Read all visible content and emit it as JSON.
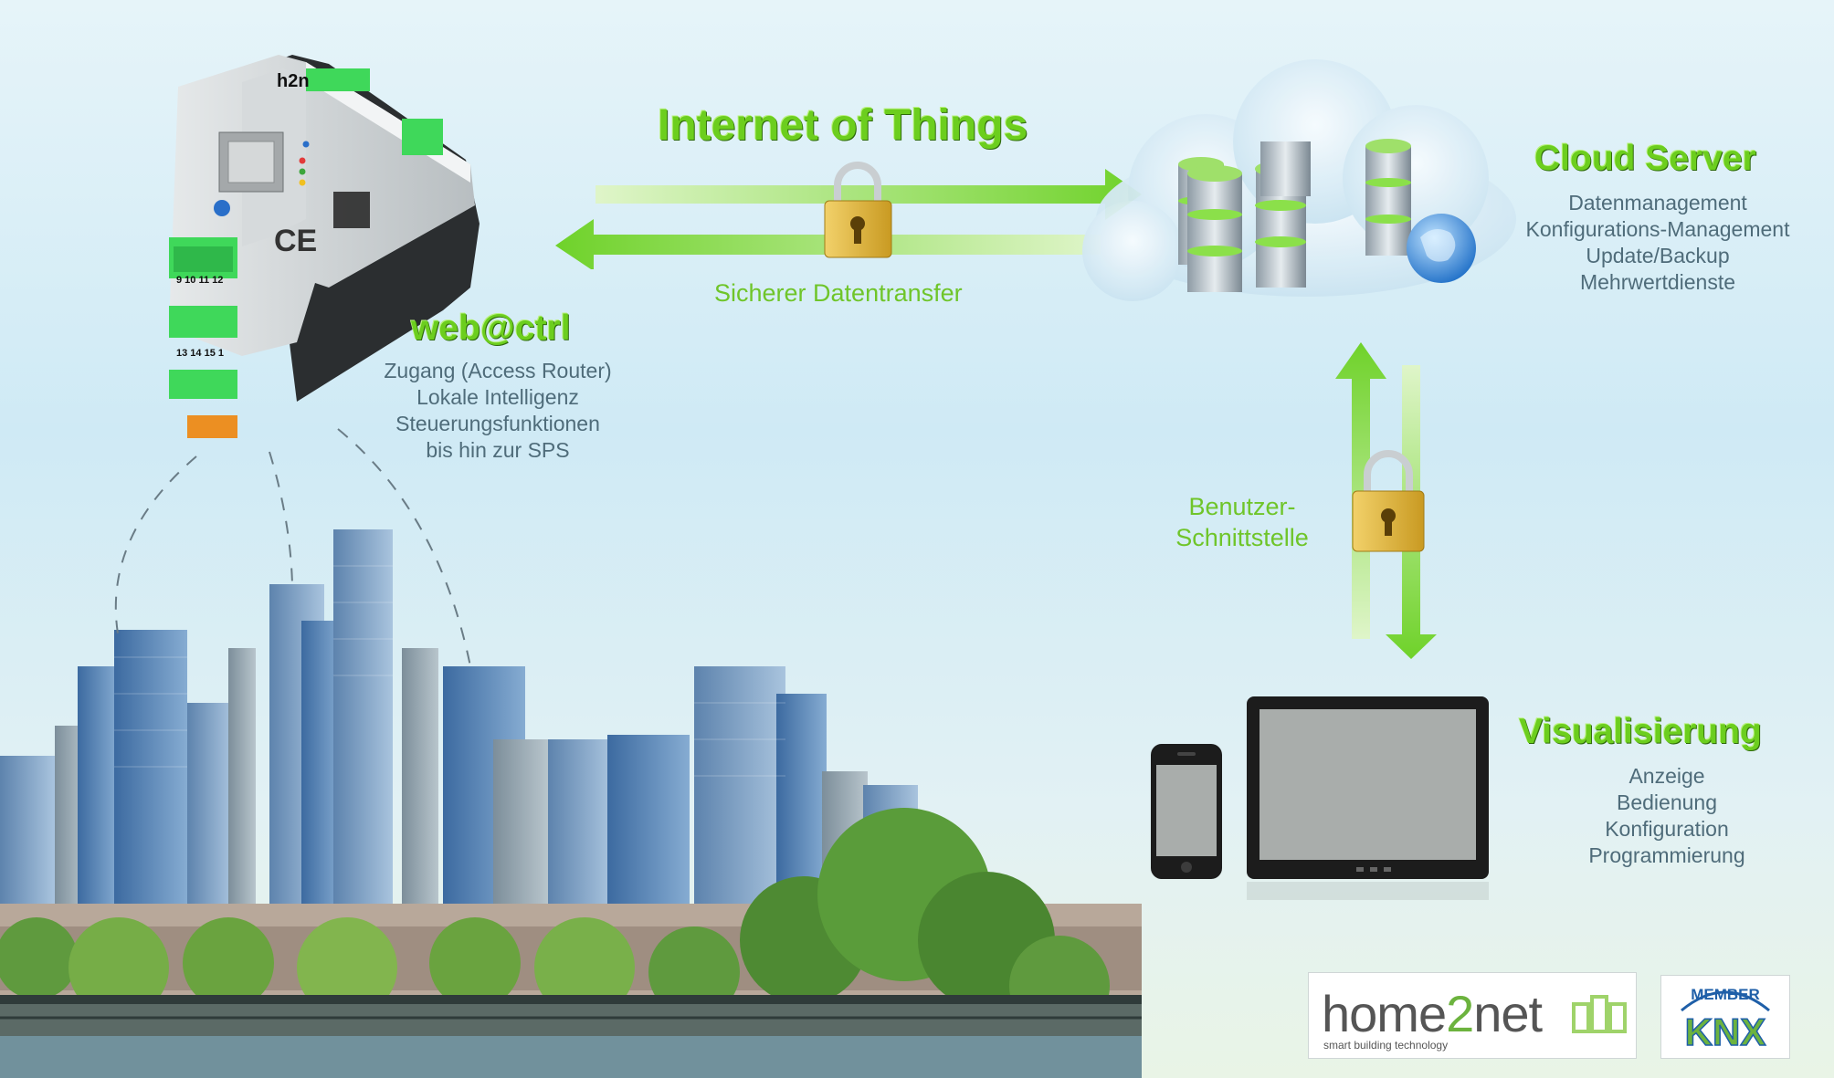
{
  "iot": {
    "title": "Internet of Things",
    "transfer": "Sicherer Datentransfer"
  },
  "device": {
    "title": "web@ctrl",
    "lines": [
      "Zugang (Access Router)",
      "Lokale Intelligenz",
      "Steuerungsfunktionen",
      "bis hin zur SPS"
    ],
    "brand": "h2n",
    "terminals_top": "9 10 11 12",
    "terminals_bottom": "13 14 15 1"
  },
  "cloud": {
    "title": "Cloud Server",
    "lines": [
      "Datenmanagement",
      "Konfigurations-Management",
      "Update/Backup",
      "Mehrwertdienste"
    ]
  },
  "ui_link": {
    "line1": "Benutzer-",
    "line2": "Schnittstelle"
  },
  "visual": {
    "title": "Visualisierung",
    "lines": [
      "Anzeige",
      "Bedienung",
      "Konfiguration",
      "Programmierung"
    ]
  },
  "logos": {
    "home2net_a": "home",
    "home2net_b": "2",
    "home2net_c": "net",
    "home2net_tag": "smart building technology",
    "knx_member": "MEMBER",
    "knx": "KNX"
  },
  "colors": {
    "green": "#6cce1e",
    "text": "#4f6c7a",
    "lock": "#e2b93a",
    "knx_blue": "#1f5fa8",
    "knx_green": "#6cb33e"
  }
}
